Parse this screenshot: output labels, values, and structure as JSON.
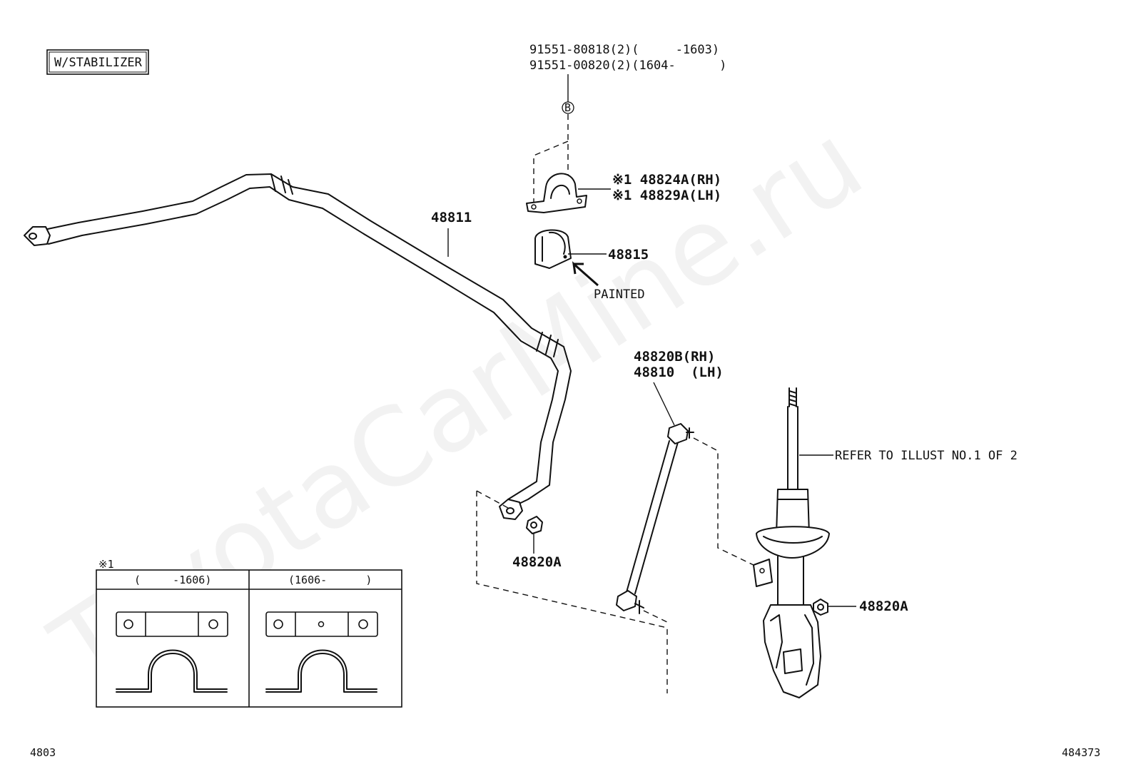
{
  "header": {
    "tag": "W/STABILIZER"
  },
  "bolt": {
    "line1": "91551-80818(2)(     -1603)",
    "line2": "91551-00820(2)(1604-      )",
    "marker": "B"
  },
  "bracket": {
    "line1": "※1 48824A(RH)",
    "line2": "※1 48829A(LH)"
  },
  "bushing": {
    "part": "48815",
    "note": "PAINTED"
  },
  "bar": {
    "part": "48811"
  },
  "link": {
    "line1": "48820B(RH)",
    "line2": "48810  (LH)"
  },
  "nut_left": {
    "part": "48820A"
  },
  "nut_right": {
    "part": "48820A"
  },
  "strut": {
    "note": "REFER TO ILLUST NO.1 OF 2"
  },
  "inset": {
    "mark": "※1",
    "left_header": "(     -1606)",
    "right_header": "(1606-      )"
  },
  "footer": {
    "left_code": "4803",
    "right_code": "484373"
  },
  "watermark": "ToyotaCarMine.ru"
}
